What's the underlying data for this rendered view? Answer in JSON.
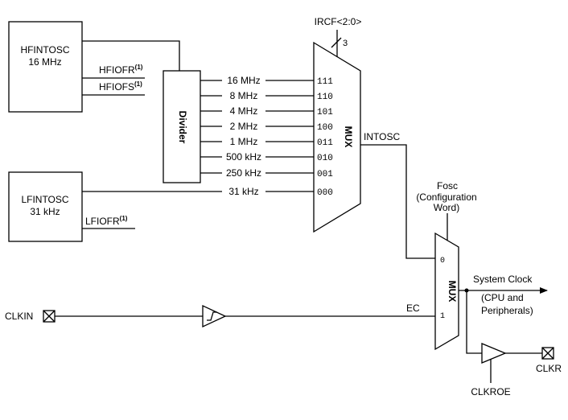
{
  "hfintosc": {
    "name": "HFINTOSC",
    "freq": "16 MHz"
  },
  "lfintosc": {
    "name": "LFINTOSC",
    "freq": "31 kHz"
  },
  "signals": {
    "hfiofr": "HFIOFR",
    "hfiofs": "HFIOFS",
    "lfiofr": "LFIOFR",
    "note": "(1)",
    "intosc": "INTOSC",
    "ec": "EC",
    "clkin": "CLKIN",
    "clkr": "CLKR",
    "clkroe": "CLKROE"
  },
  "divider": {
    "label": "Divider"
  },
  "mux1": {
    "label": "MUX",
    "select_label": "IRCF<2:0>",
    "bus_width": "3",
    "inputs": [
      {
        "freq": "16 MHz",
        "code": "111"
      },
      {
        "freq": "8 MHz",
        "code": "110"
      },
      {
        "freq": "4 MHz",
        "code": "101"
      },
      {
        "freq": "2 MHz",
        "code": "100"
      },
      {
        "freq": "1 MHz",
        "code": "011"
      },
      {
        "freq": "500 kHz",
        "code": "010"
      },
      {
        "freq": "250 kHz",
        "code": "001"
      },
      {
        "freq": "31 kHz",
        "code": "000"
      }
    ]
  },
  "mux2": {
    "label": "MUX",
    "select_lines": [
      "Fosc",
      "(Configuration",
      "Word)"
    ],
    "in0": "0",
    "in1": "1"
  },
  "output": {
    "title": "System Clock",
    "sub_lines": [
      "(CPU and",
      "Peripherals)"
    ]
  }
}
